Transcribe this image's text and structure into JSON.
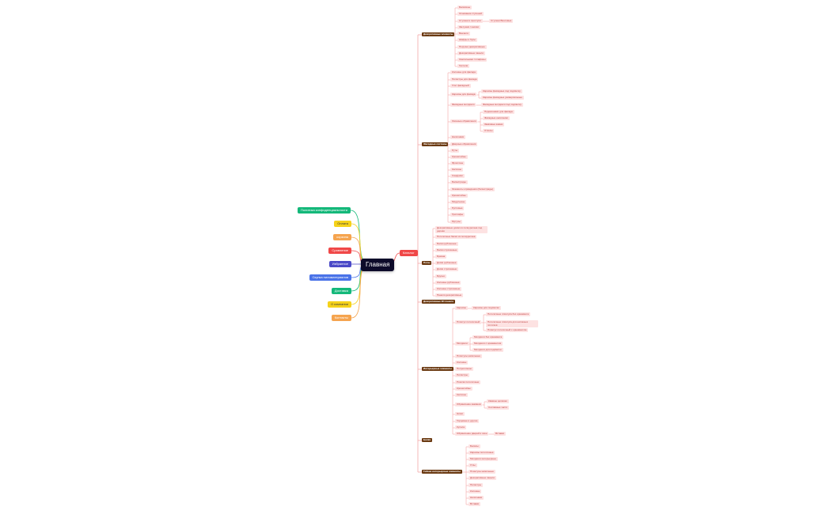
{
  "colors": {
    "root_bg": "#0d0b2a",
    "catalog_bg": "#f04848",
    "category_bg": "#6b3a12",
    "leaf_bg": "#fde2e2",
    "leaf_text": "#c34848",
    "tree_line": "#f4a6a6"
  },
  "root": {
    "label": "Главная"
  },
  "left_branches": [
    {
      "label": "Политика конфиденциальности",
      "color": "#14b87a",
      "dark_text": false
    },
    {
      "label": "Оплата",
      "color": "#f5d21a",
      "dark_text": true
    },
    {
      "label": "корзина",
      "color": "#f5a44f",
      "dark_text": false
    },
    {
      "label": "Сравнение",
      "color": "#f04848",
      "dark_text": false
    },
    {
      "label": "Избранное",
      "color": "#4b4ac7",
      "dark_text": false
    },
    {
      "label": "Скупка пиломатериалов",
      "color": "#4a73e8",
      "dark_text": false
    },
    {
      "label": "Доставка",
      "color": "#14b87a",
      "dark_text": false
    },
    {
      "label": "О компании",
      "color": "#f5d21a",
      "dark_text": true
    },
    {
      "label": "Контакты",
      "color": "#f5a44f",
      "dark_text": false
    }
  ],
  "catalog": {
    "label": "Каталог",
    "categories": [
      {
        "label": "Декоративные элементы",
        "items": [
          {
            "label": "Балясины"
          },
          {
            "label": "Основание ступеней"
          },
          {
            "label": "Ступени и проступи",
            "children": [
              {
                "label": "Ступени Винтовые"
              }
            ]
          },
          {
            "label": "Заглушки / кнопки"
          },
          {
            "label": "Вензеля"
          },
          {
            "label": "Шифры и бусы"
          },
          {
            "label": "Поручни декоративные"
          },
          {
            "label": "Декоративные панели"
          },
          {
            "label": "Светильники / плафоны"
          },
          {
            "label": "Галтели"
          }
        ]
      },
      {
        "label": "Фасадные системы",
        "items": [
          {
            "label": "Колонны для фасада"
          },
          {
            "label": "Пилястры для фасада"
          },
          {
            "label": "Угол фасадный"
          },
          {
            "label": "Карнизы для фасада",
            "children": [
              {
                "label": "Карнизы фасадные под подсветку"
              },
              {
                "label": "Карнизы фасадные универсальные"
              }
            ]
          },
          {
            "label": "Фасадные молдинги",
            "children": [
              {
                "label": "Фасадные молдинги под подсветку"
              }
            ]
          },
          {
            "label": "Оконные обрамления",
            "children": [
              {
                "label": "Подоконники для фасада"
              },
              {
                "label": "Фасадные наличники"
              },
              {
                "label": "Замковые камни"
              },
              {
                "label": "Откосы"
              }
            ]
          },
          {
            "label": "Наличники"
          },
          {
            "label": "Дверные обрамления"
          },
          {
            "label": "Руты"
          },
          {
            "label": "Кронштейны"
          },
          {
            "label": "Фронтоны"
          },
          {
            "label": "Кессоны"
          },
          {
            "label": "Сандрики"
          },
          {
            "label": "Балюстрады"
          },
          {
            "label": "Элементы ограждения (балюстрады)"
          },
          {
            "label": "Кронштейны"
          },
          {
            "label": "Модульоны"
          },
          {
            "label": "Рустовые"
          },
          {
            "label": "Триглифы"
          },
          {
            "label": "Мутулы"
          }
        ]
      },
      {
        "label": "Полы",
        "items": [
          {
            "label": "Декоративные доски из полиуретана под дерево",
            "wrap": true
          },
          {
            "label": "Потолочные балки из полиуретана"
          },
          {
            "label": "Балки рубленные"
          },
          {
            "label": "Балки строганные"
          },
          {
            "label": "Бревна"
          },
          {
            "label": "Доски рубленные"
          },
          {
            "label": "Доски строганные"
          },
          {
            "label": "Брусья"
          },
          {
            "label": "Колонны рубленные"
          },
          {
            "label": "Колонны строганные"
          },
          {
            "label": "Панели декоративные"
          }
        ]
      },
      {
        "label": "Декоративные 3D панели",
        "items": []
      },
      {
        "label": "Интерьерные элементы",
        "items": [
          {
            "label": "Карнизы",
            "children": [
              {
                "label": "Карнизы для подсветки"
              }
            ]
          },
          {
            "label": "Плинтус потолочный",
            "children": [
              {
                "label": "Потолочные плинтуса без орнамента"
              },
              {
                "label": "Потолочные плинтуса для натяжных потолков",
                "wrap": true
              },
              {
                "label": "Плинтус потолочный с орнаментом"
              }
            ]
          },
          {
            "label": "Молдинги",
            "children": [
              {
                "label": "Молдинги без орнамента"
              },
              {
                "label": "Молдинги с орнаментом"
              },
              {
                "label": "Молдинги для подсветки"
              }
            ]
          },
          {
            "label": "Плинтусы напольные"
          },
          {
            "label": "Колонны"
          },
          {
            "label": "Полуколонны"
          },
          {
            "label": "Пилястры"
          },
          {
            "label": "Розетки потолочные"
          },
          {
            "label": "Кронштейны"
          },
          {
            "label": "Кессоны"
          },
          {
            "label": "Обрамление каминов",
            "children": [
              {
                "label": "Камины целиком"
              },
              {
                "label": "Составные части"
              }
            ]
          },
          {
            "label": "Ниши"
          },
          {
            "label": "Торцевые и другие"
          },
          {
            "label": "Купола"
          },
          {
            "label": "Обрамление дверей и окон",
            "children": [
              {
                "label": "Вставки"
              }
            ]
          }
        ]
      },
      {
        "label": "Балки",
        "items": []
      },
      {
        "label": "Гибкие интерьерные элементы",
        "items": [
          {
            "label": "Балясы"
          },
          {
            "label": "Карнизы потолочные"
          },
          {
            "label": "Молдинги интерьерные"
          },
          {
            "label": "Углы"
          },
          {
            "label": "Плинтусы напольные"
          },
          {
            "label": "Декоративные панели"
          },
          {
            "label": "Пилястры"
          },
          {
            "label": "Колонны"
          },
          {
            "label": "Наличники"
          },
          {
            "label": "Вставки"
          }
        ]
      }
    ]
  }
}
